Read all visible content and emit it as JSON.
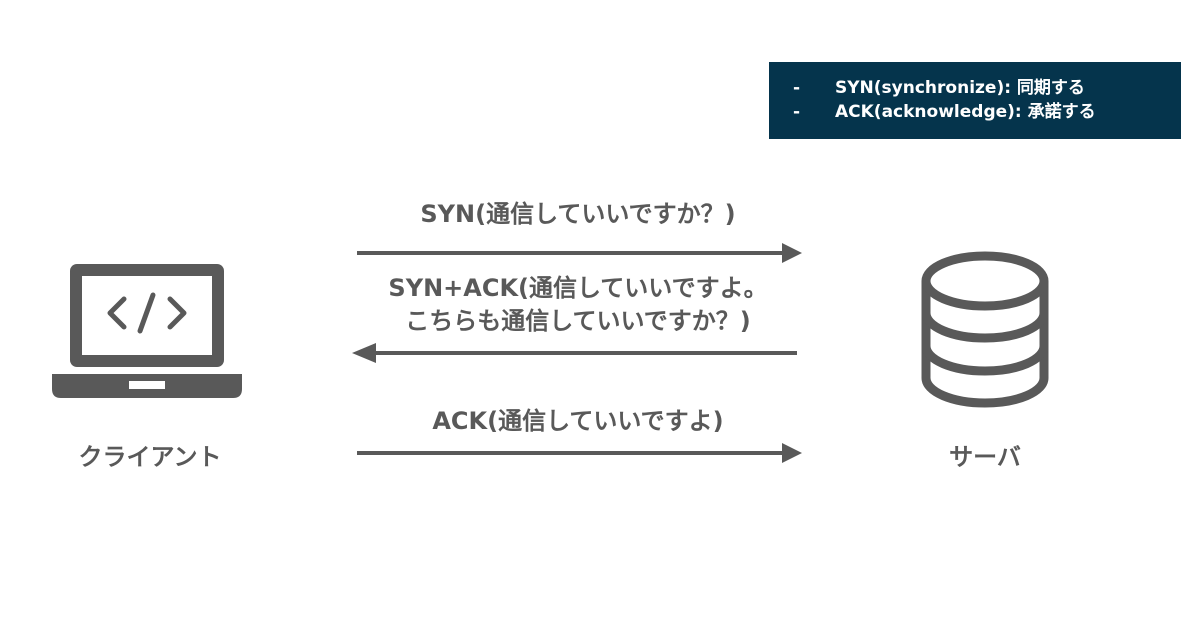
{
  "legend": {
    "items": [
      {
        "bullet": "-",
        "text": "SYN(synchronize): 同期する"
      },
      {
        "bullet": "-",
        "text": "ACK(acknowledge): 承諾する"
      }
    ]
  },
  "nodes": {
    "client": {
      "label": "クライアント",
      "icon": "laptop-code-icon"
    },
    "server": {
      "label": "サーバ",
      "icon": "database-icon"
    }
  },
  "messages": {
    "syn": {
      "text": "SYN(通信していいですか？)",
      "direction": "client-to-server"
    },
    "syn_ack": {
      "line1": "SYN+ACK(通信していいですよ。",
      "line2": "こちらも通信していいですか？)",
      "direction": "server-to-client"
    },
    "ack": {
      "text": "ACK(通信していいですよ)",
      "direction": "client-to-server"
    }
  },
  "colors": {
    "legend_background": "#05344c",
    "legend_text": "#ffffff",
    "diagram": "#595959"
  }
}
